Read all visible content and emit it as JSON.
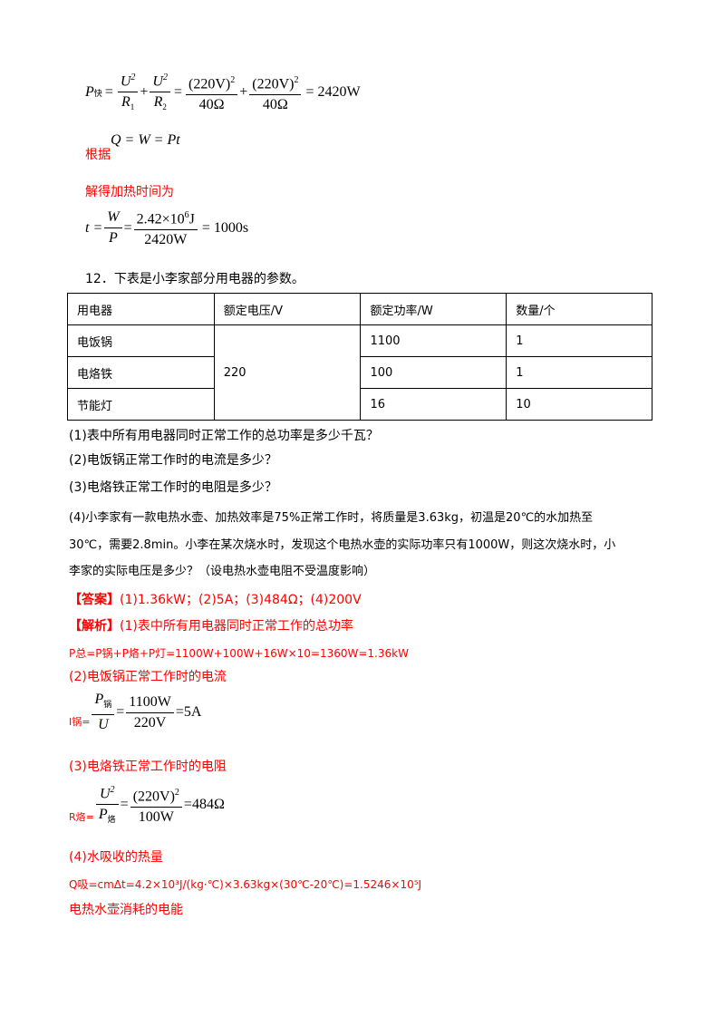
{
  "formula_p": {
    "lhs": "P",
    "lhs_sub": "快",
    "eq": "=",
    "t1_num": "U",
    "t1_num_sup": "2",
    "t1_den": "R",
    "t1_den_sub": "1",
    "plus": "+",
    "t2_num": "U",
    "t2_num_sup": "2",
    "t2_den": "R",
    "t2_den_sub": "2",
    "t3_num": "(220V)",
    "t3_num_sup": "2",
    "t3_den": "40Ω",
    "t4_num": "(220V)",
    "t4_num_sup": "2",
    "t4_den": "40Ω",
    "result": "= 2420W"
  },
  "genju": {
    "label": "根据",
    "formula": "Q = W = Pt"
  },
  "jiede_label": "解得加热时间为",
  "formula_t": {
    "lhs": "t =",
    "f1_num": "W",
    "f1_den": "P",
    "eq": "=",
    "f2_num_a": "2.42×10",
    "f2_num_sup": "6",
    "f2_num_b": "J",
    "f2_den": "2420W",
    "result": "= 1000s"
  },
  "question": {
    "intro": "12．下表是小李家部分用电器的参数。",
    "table": {
      "headers": [
        "用电器",
        "额定电压/V",
        "额定功率/W",
        "数量/个"
      ],
      "rows": [
        [
          "电饭锅",
          "220",
          "1100",
          "1"
        ],
        [
          "电烙铁",
          "",
          "100",
          "1"
        ],
        [
          "节能灯",
          "",
          "16",
          "10"
        ]
      ]
    },
    "q1": "(1)表中所有用电器同时正常工作的总功率是多少千瓦？",
    "q2": "(2)电饭锅正常工作时的电流是多少？",
    "q3": "(3)电烙铁正常工作时的电阻是多少？",
    "q4_line1": "(4)小李家有一款电热水壶、加热效率是75%正常工作时，将质量是3.63kg，初温是20℃的水加热至",
    "q4_line2": "30℃，需要2.8min。小李在某次烧水时，发现这个电热水壶的实际功率只有1000W，则这次烧水时，小",
    "q4_line3": "李家的实际电压是多少？（设电热水壶电阻不受温度影响）"
  },
  "answer": {
    "tag": "【答案】",
    "text": "(1)1.36kW；(2)5A；(3)484Ω；(4)200V"
  },
  "analysis": {
    "tag": "【解析】",
    "s1_title": "(1)表中所有用电器同时正常工作的总功率",
    "s1_calc": "P总=P锅+P烙+P灯=1100W+100W+16W×10=1360W=1.36kW",
    "s2_title": "(2)电饭锅正常工作时的电流",
    "s2_prefix": "I锅=",
    "s2_num": "P",
    "s2_num_sub": "锅",
    "s2_den": "U",
    "s2_eq": "=",
    "s2_num2": "1100W",
    "s2_den2": "220V",
    "s2_result": "=5A",
    "s3_title": "(3)电烙铁正常工作时的电阻",
    "s3_prefix": "R烙=",
    "s3_num": "U",
    "s3_num_sup": "2",
    "s3_den": "P",
    "s3_den_sub": "烙",
    "s3_eq": "=",
    "s3_num2": "(220V)",
    "s3_num2_sup": "2",
    "s3_den2": "100W",
    "s3_result": "=484Ω",
    "s4_title": "(4)水吸收的热量",
    "s4_calc": "Q吸=cmΔt=4.2×10³J/(kg·℃)×3.63kg×(30℃-20℃)=1.5246×10⁵J",
    "s4_next": "电热水壶消耗的电能"
  }
}
